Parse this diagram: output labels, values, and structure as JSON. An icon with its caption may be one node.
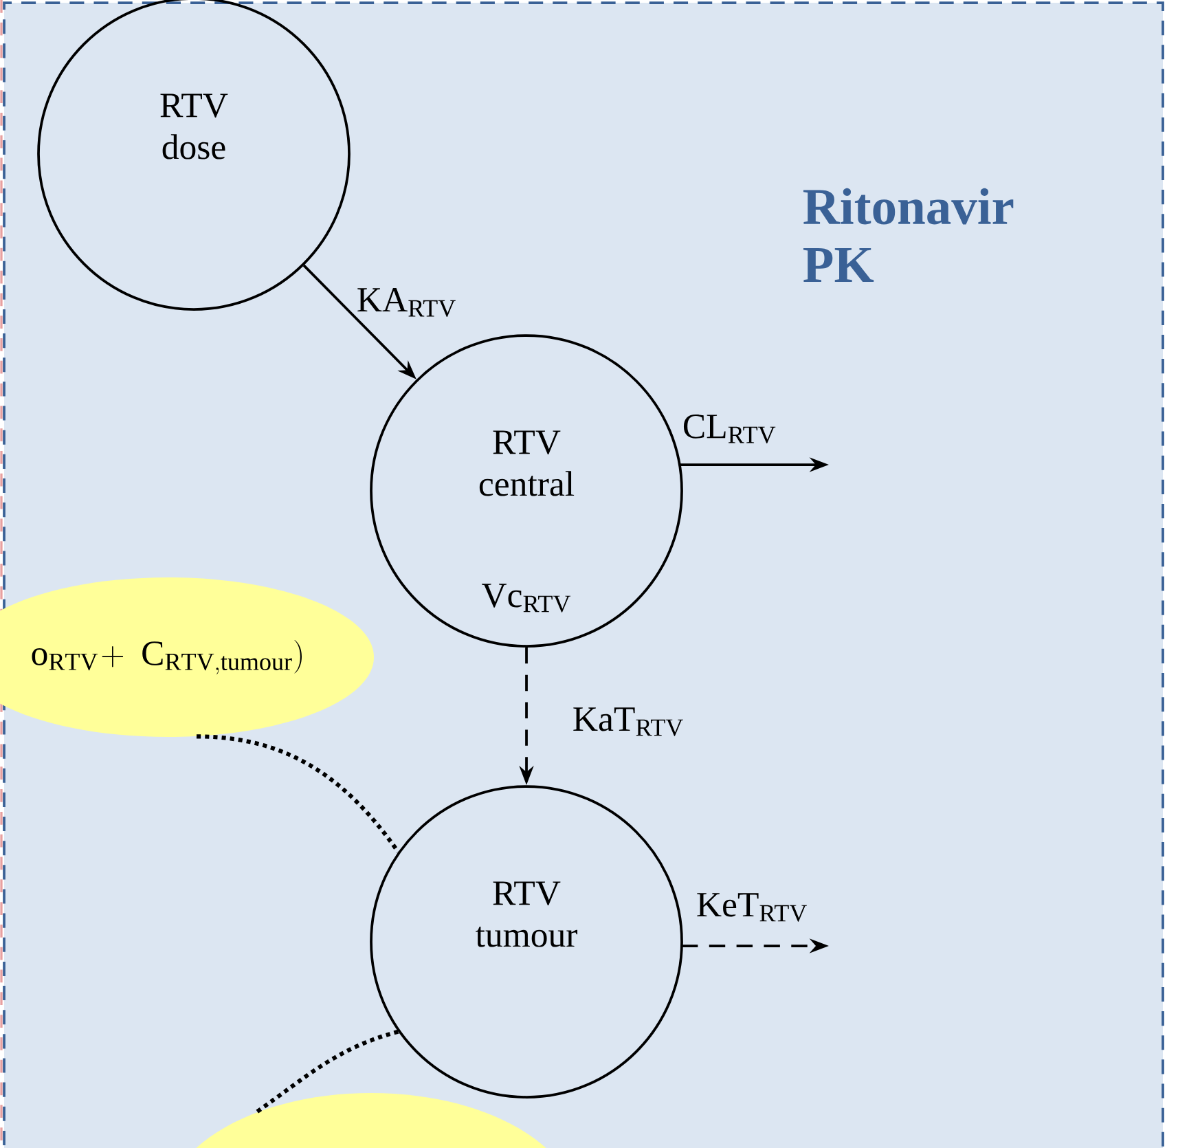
{
  "diagram": {
    "nodes": [
      {
        "text": [
          "Ritonavir PK"
        ]
      },
      {
        "text": [
          "RTV dose"
        ],
        "in": 0
      },
      {
        "text": [
          "RTV central",
          "Vc$_{RTV}$"
        ],
        "in": 0
      },
      {
        "text": [
          "RTV tumour"
        ],
        "in": 0
      },
      {
        "text": [
          "\\mathrm{o}_{\\mathrm{RTV}}\\!+\\ \\mathrm{C}_{\\mathrm{RTV,tumour}})"
        ]
      },
      {
        "text": [],
        "shape": "ellipse"
      }
    ],
    "edges": [
      {
        "from": 1,
        "to": 2,
        "arrow": "to",
        "label": "KA$_{RTV}$"
      },
      {
        "from": 2,
        "to": null,
        "arrow": "to",
        "label": "CL$_{RTV}$"
      },
      {
        "from": 2,
        "to": 3,
        "arrow": "to",
        "style": "dashed",
        "label": "KaT$_{RTV}$"
      },
      {
        "from": 3,
        "to": null,
        "arrow": "to",
        "style": "dashed",
        "label": "KeT$_{RTV}$"
      },
      {
        "from": 4,
        "to": 3,
        "arrow": "none",
        "style": "dashed"
      },
      {
        "from": 3,
        "to": 5,
        "arrow": "none",
        "style": "dashed"
      }
    ]
  }
}
